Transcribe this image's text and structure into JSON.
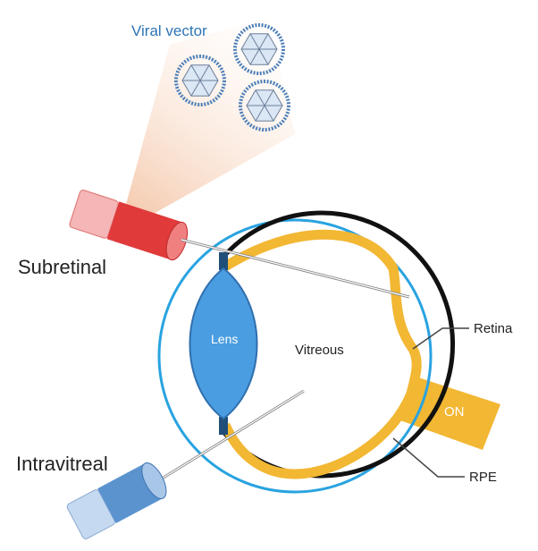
{
  "labels": {
    "viral_vector": "Viral vector",
    "subretinal": "Subretinal",
    "intravitreal": "Intravitreal",
    "lens": "Lens",
    "vitreous": "Vitreous",
    "retina": "Retina",
    "optic_nerve": "ON",
    "rpe": "RPE"
  },
  "colors": {
    "sclera": "#29a3e0",
    "choroid": "#111111",
    "retina": "#f2b733",
    "lens": "#4a9de0",
    "subretinal_syringe": "#e03a3a",
    "intravitreal_syringe": "#5b93cf",
    "virus": "#4d7fb8",
    "label_blue": "#2e74b5"
  }
}
